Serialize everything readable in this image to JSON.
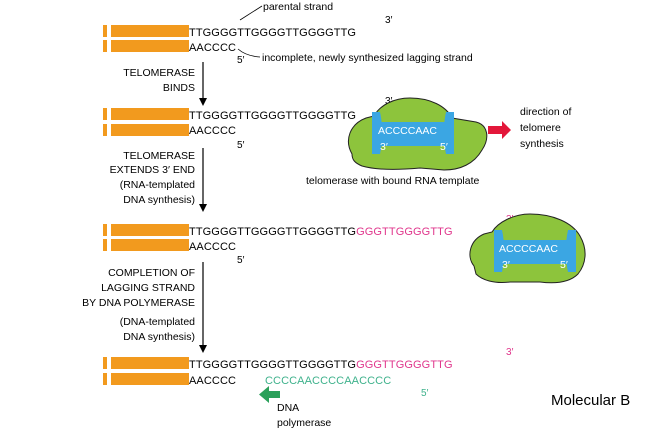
{
  "labels": {
    "parental_strand": "parental strand",
    "incomplete_lagging": "incomplete, newly synthesized lagging strand",
    "step1": [
      "TELOMERASE",
      "BINDS"
    ],
    "step2": [
      "TELOMERASE",
      "EXTENDS 3′ END",
      "(RNA-templated",
      "DNA synthesis)"
    ],
    "step3": [
      "COMPLETION OF",
      "LAGGING STRAND",
      "BY DNA POLYMERASE",
      "(DNA-templated",
      "DNA synthesis)"
    ],
    "direction": [
      "direction of",
      "telomere",
      "synthesis"
    ],
    "telomerase_template": "telomerase with bound RNA template",
    "dna_polymerase": [
      "DNA",
      "polymerase"
    ],
    "credit": "Molecular B"
  },
  "sequences": {
    "parental": "TTGGGGTTGGGGTTGGGGTTG",
    "lagging": "AACCCC",
    "extension": "GGGTTGGGGTTG",
    "rna_template": "ACCCCAAC",
    "new_lagging": "CCCCAACCCCAACCCC"
  },
  "ends": {
    "three_prime": "3′",
    "five_prime": "5′",
    "three": "3′",
    "five": "5′"
  },
  "colors": {
    "dna_bar": "#f29a1e",
    "telomerase": "#8dc43c",
    "rna_pad": "#3ba6e3",
    "extension_text": "#e0368c",
    "new_strand_text": "#3fb28c",
    "direction_arrow": "#e3173a",
    "polymerase_arrow": "#2aa05a"
  }
}
